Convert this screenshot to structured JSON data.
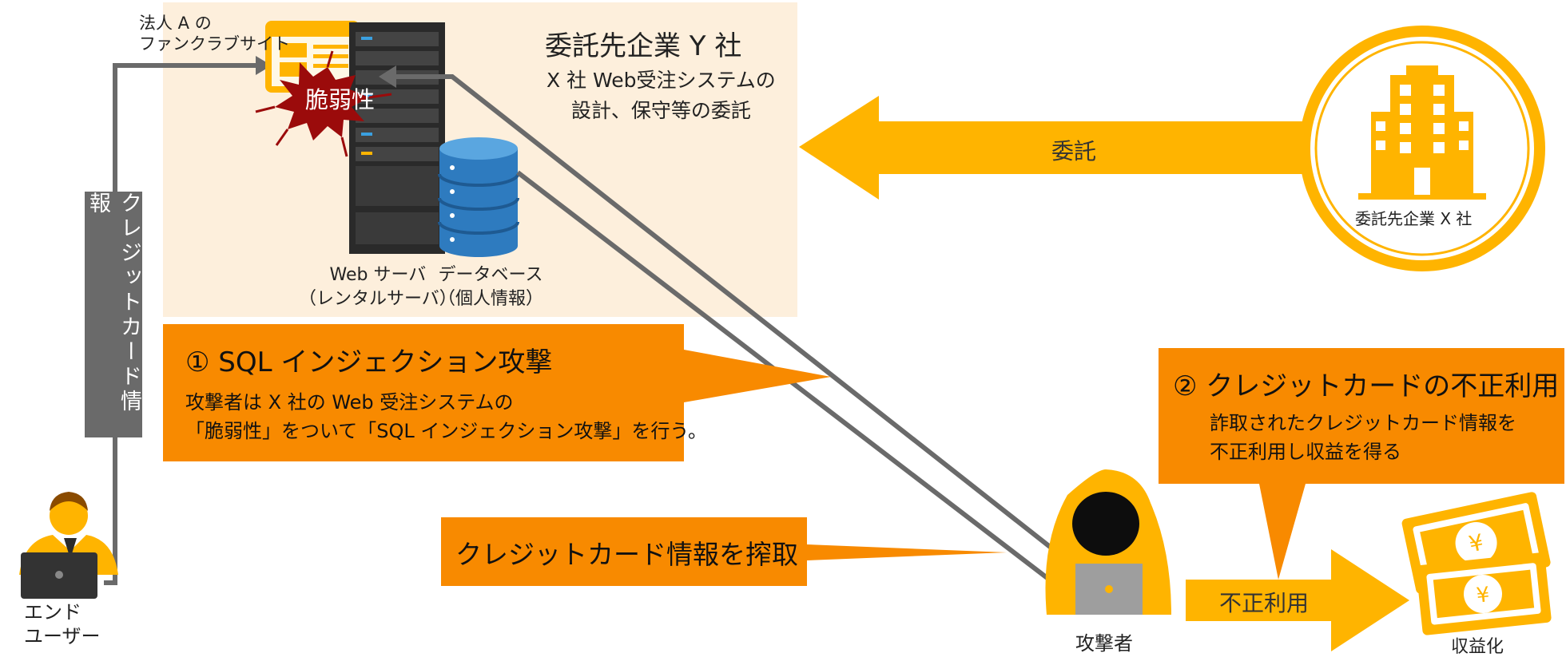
{
  "labels": {
    "fanclub_site": "法人 A の\nファンクラブサイト",
    "vulnerability": "脆弱性",
    "web_server": "Web サーバ\n（レンタルサーバ）",
    "database": "データベース\n（個人情報）",
    "contractor_y_title": "委託先企業 Y 社",
    "contractor_y_desc": "X 社 Web受注システムの\n設計、保守等の委託",
    "entrust": "委託",
    "company_x": "委託先企業 X 社",
    "credit_card_info": "クレジットカード情報",
    "end_user": "エンド\nユーザー",
    "attacker": "攻撃者",
    "monetize": "収益化",
    "fraud_use": "不正利用"
  },
  "callouts": {
    "sql_title": "① SQL インジェクション攻撃",
    "sql_body": "攻撃者は X 社の Web 受注システムの\n「脆弱性」をついて「SQL インジェクション攻撃」を行う。",
    "steal": "クレジットカード情報を搾取",
    "fraud_title": "② クレジットカードの不正利用",
    "fraud_body": "詐取されたクレジットカード情報を\n不正利用し収益を得る"
  },
  "colors": {
    "panel_bg": "#fdefdc",
    "orange": "#f88a00",
    "yellow": "#ffb400",
    "gray": "#6a6a6a",
    "dark_red": "#9b0b0b",
    "db_blue": "#2e7bbf"
  },
  "icons": {
    "website": "website-icon",
    "server": "server-rack-icon",
    "database": "database-icon",
    "building": "building-icon",
    "end_user": "user-laptop-icon",
    "attacker": "hacker-icon",
    "money": "yen-banknote-icon"
  }
}
